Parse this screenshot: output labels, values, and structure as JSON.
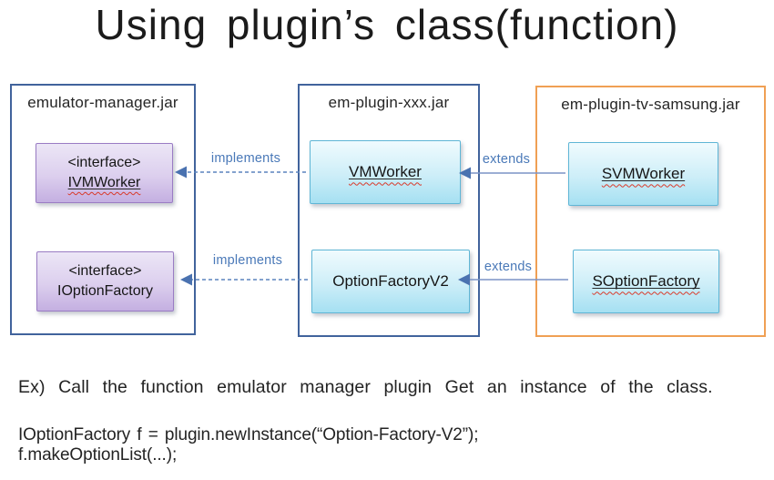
{
  "title": "Using plugin’s class(function)",
  "diagram": {
    "packages": [
      {
        "label": "emulator-manager.jar",
        "border_color": "#41639c",
        "boxes": [
          {
            "lines": [
              "<interface>",
              "IVMWorker"
            ],
            "style": "purple",
            "spellcheck_underline": "IVMWorker"
          },
          {
            "lines": [
              "<interface>",
              "IOptionFactory"
            ],
            "style": "purple",
            "spellcheck_underline": null
          }
        ]
      },
      {
        "label": "em-plugin-xxx.jar",
        "border_color": "#41639c",
        "boxes": [
          {
            "lines": [
              "VMWorker"
            ],
            "style": "cyan",
            "spellcheck_underline": "VMWorker"
          },
          {
            "lines": [
              "OptionFactoryV2"
            ],
            "style": "cyan",
            "spellcheck_underline": null
          }
        ]
      },
      {
        "label": "em-plugin-tv-samsung.jar",
        "border_color": "#f0a054",
        "boxes": [
          {
            "lines": [
              "SVMWorker"
            ],
            "style": "cyan",
            "spellcheck_underline": "SVMWorker"
          },
          {
            "lines": [
              "SOptionFactory"
            ],
            "style": "cyan",
            "spellcheck_underline": "SOptionFactory"
          }
        ]
      }
    ],
    "relations": [
      {
        "label": "implements",
        "type": "dashed",
        "from": "VMWorker",
        "to": "IVMWorker"
      },
      {
        "label": "implements",
        "type": "dashed",
        "from": "OptionFactoryV2",
        "to": "IOptionFactory"
      },
      {
        "label": "extends",
        "type": "solid",
        "from": "SVMWorker",
        "to": "VMWorker"
      },
      {
        "label": "extends",
        "type": "solid",
        "from": "SOptionFactory",
        "to": "OptionFactoryV2"
      }
    ]
  },
  "example": {
    "caption": "Ex) Call the function emulator manager plugin Get an instance of the class.",
    "code_lines": [
      "IOptionFactory f = plugin.newInstance(“Option-Factory-V2”);",
      "f.makeOptionList(...);"
    ]
  },
  "colors": {
    "container_border_blue": "#41639c",
    "container_border_orange": "#f0a054",
    "interface_box_fill": "#d4c2e8",
    "interface_box_border": "#9a7cc4",
    "class_box_fill": "#bfe9f6",
    "class_box_border": "#5fb6d6",
    "relation_label_blue": "#4a79b8",
    "arrow_blue": "#4a72b0",
    "spellcheck_red": "#d93a2b"
  }
}
